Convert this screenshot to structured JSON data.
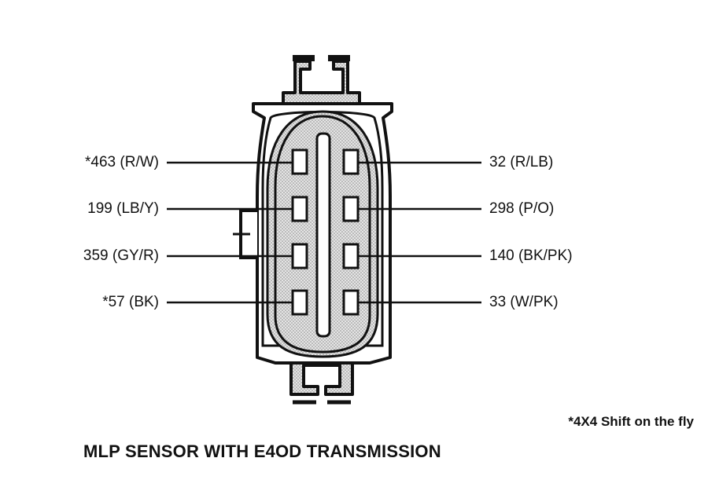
{
  "title": "MLP SENSOR WITH E4OD TRANSMISSION",
  "footnote": "*4X4 Shift on the fly",
  "pins_left": [
    {
      "label": "*463 (R/W)"
    },
    {
      "label": "199 (LB/Y)"
    },
    {
      "label": "359 (GY/R)"
    },
    {
      "label": "*57 (BK)"
    }
  ],
  "pins_right": [
    {
      "label": "32 (R/LB)"
    },
    {
      "label": "298 (P/O)"
    },
    {
      "label": "140 (BK/PK)"
    },
    {
      "label": "33 (W/PK)"
    }
  ],
  "colors": {
    "ink": "#111111",
    "shade": "#cfcfcf",
    "background": "#ffffff"
  }
}
